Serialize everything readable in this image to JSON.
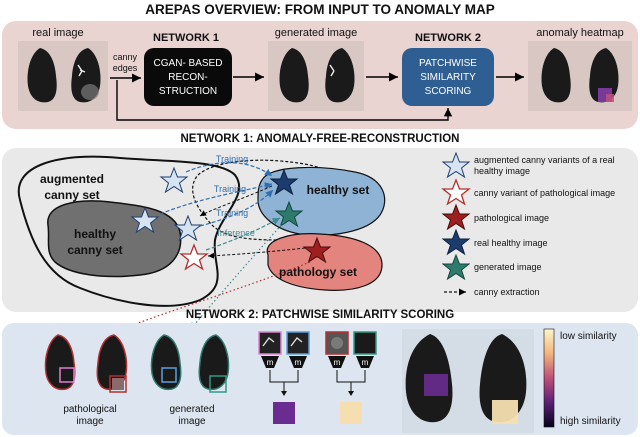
{
  "title": "AREPAS OVERVIEW: FROM INPUT TO ANOMALY MAP",
  "top_panel": {
    "real_image_label": "real image",
    "canny_label_line1": "canny",
    "canny_label_line2": "edges",
    "network1_label": "NETWORK 1",
    "cgan_box_lines": [
      "CGAN- BASED",
      "RECON-",
      "STRUCTION"
    ],
    "generated_image_label": "generated image",
    "network2_label": "NETWORK 2",
    "patchwise_box_lines": [
      "PATCHWISE",
      "SIMILARITY",
      "SCORING"
    ],
    "heatmap_label": "anomaly heatmap"
  },
  "middle_panel": {
    "title": "NETWORK 1: ANOMALY-FREE-RECONSTRUCTION",
    "augmented_set_lines": [
      "augmented",
      "canny set"
    ],
    "healthy_canny_lines": [
      "healthy",
      "canny set"
    ],
    "healthy_set_label": "healthy set",
    "pathology_set_label": "pathology set",
    "arrow_labels": [
      "Training",
      "Training",
      "Training",
      "Inference"
    ],
    "legend": [
      {
        "lines": [
          "augmented canny variants of a real",
          "healthy image"
        ],
        "marker": "star-light-blue"
      },
      {
        "lines": [
          "canny variant of pathological image"
        ],
        "marker": "star-outline-red"
      },
      {
        "lines": [
          "pathological image"
        ],
        "marker": "star-dark-red"
      },
      {
        "lines": [
          "real healthy image"
        ],
        "marker": "star-dark-blue"
      },
      {
        "lines": [
          "generated image"
        ],
        "marker": "star-teal"
      },
      {
        "lines": [
          "canny extraction"
        ],
        "marker": "dashed-arrow"
      }
    ]
  },
  "bottom_panel": {
    "title": "NETWORK 2: PATCHWISE SIMILARITY SCORING",
    "pathological_label_lines": [
      "pathological",
      "image"
    ],
    "generated_label_lines": [
      "generated",
      "image"
    ],
    "encoder_symbol": "m",
    "colorbar_top": "low similarity",
    "colorbar_bottom": "high similarity"
  },
  "colors": {
    "top_panel_bg": "#e9d4d2",
    "middle_panel_bg": "#e9e9e9",
    "bottom_panel_bg": "#dde6f0",
    "network1_box": "#0a0a0a",
    "network2_box": "#2f5f92",
    "healthy_set_blob": "#8eb3d5",
    "pathology_set_blob": "#e3847f",
    "healthy_canny_blob": "#707070",
    "star_light_blue": "#d6e4f2",
    "star_outline_red": "#b32e2e",
    "star_dark_red": "#9e1f1f",
    "star_dark_blue": "#1d3c6e",
    "star_teal": "#2e7a6c",
    "training_arrow": "#2f6fb0",
    "inference_arrow": "#3d8c93",
    "patch_purple": "#6a2c91",
    "patch_cream": "#f5dfb0"
  }
}
